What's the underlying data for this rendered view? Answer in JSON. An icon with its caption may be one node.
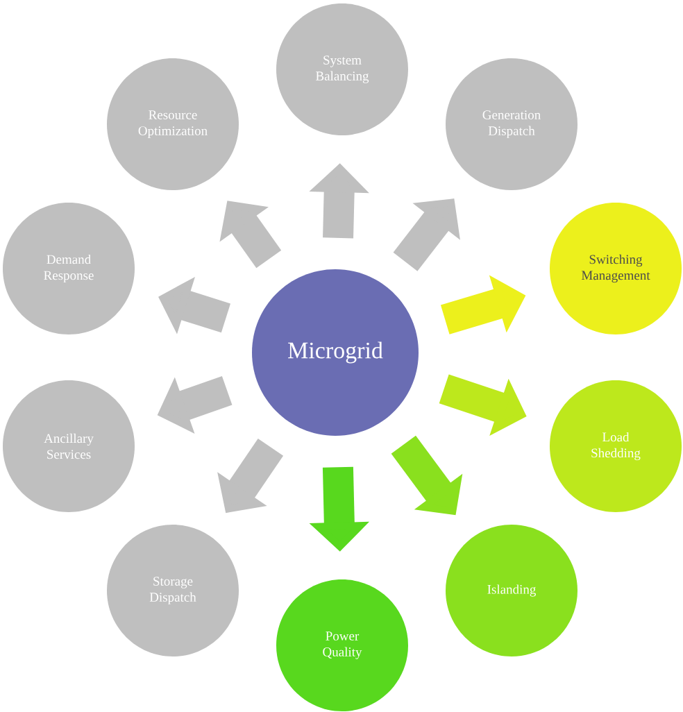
{
  "diagram": {
    "nodes": [
      {
        "text": [
          "Microgrid"
        ]
      },
      {
        "text": [
          "System Balancing"
        ]
      },
      {
        "text": [
          "Generation Dispatch"
        ]
      },
      {
        "text": [
          "Switching Management"
        ]
      },
      {
        "text": [
          "Load Shedding"
        ]
      },
      {
        "text": [
          "Islanding"
        ]
      },
      {
        "text": [
          "Power Quality"
        ]
      },
      {
        "text": [
          "Storage Dispatch"
        ]
      },
      {
        "text": [
          "Ancillary Services"
        ]
      },
      {
        "text": [
          "Demand Response"
        ]
      },
      {
        "text": [
          "Resource Optimization"
        ]
      }
    ],
    "edges": [
      {
        "from": 0,
        "to": 1,
        "arrow": "to"
      },
      {
        "from": 0,
        "to": 2,
        "arrow": "to"
      },
      {
        "from": 0,
        "to": 3,
        "arrow": "to",
        "color": "#ecf01c"
      },
      {
        "from": 0,
        "to": 4,
        "arrow": "to",
        "color": "#bde81c"
      },
      {
        "from": 0,
        "to": 5,
        "arrow": "to",
        "color": "#8ae01e"
      },
      {
        "from": 0,
        "to": 6,
        "arrow": "to",
        "color": "#58d81e"
      },
      {
        "from": 0,
        "to": 7,
        "arrow": "to"
      },
      {
        "from": 0,
        "to": 8,
        "arrow": "to"
      },
      {
        "from": 0,
        "to": 9,
        "arrow": "to"
      },
      {
        "from": 0,
        "to": 10,
        "arrow": "to"
      }
    ]
  }
}
